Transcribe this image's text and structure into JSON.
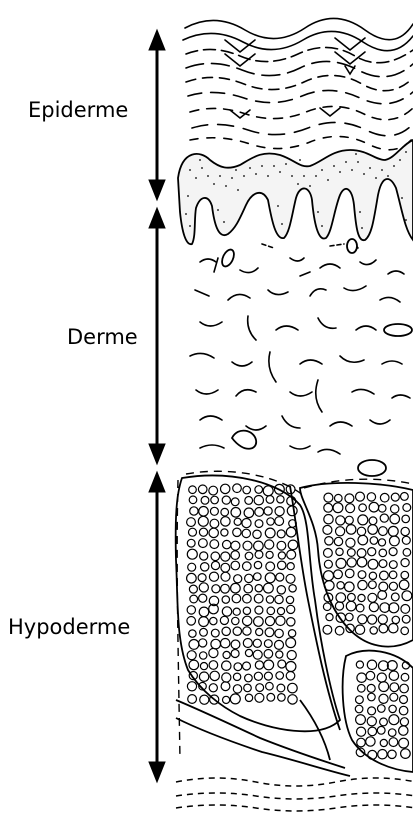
{
  "layers": [
    {
      "id": "epiderme",
      "label": "Epiderme"
    },
    {
      "id": "derme",
      "label": "Derme"
    },
    {
      "id": "hypoderme",
      "label": "Hypoderme"
    }
  ]
}
